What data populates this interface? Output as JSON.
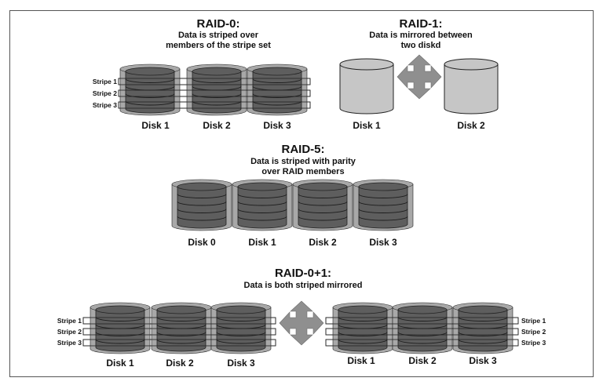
{
  "raid0": {
    "title": "RAID-0:",
    "desc_line1": "Data is striped over",
    "desc_line2": "members of the stripe set",
    "stripes": [
      "Stripe 1",
      "Stripe 2",
      "Stripe 3"
    ],
    "disks": [
      "Disk 1",
      "Disk 2",
      "Disk 3"
    ]
  },
  "raid1": {
    "title": "RAID-1:",
    "desc_line1": "Data is mirrored between",
    "desc_line2": "two diskd",
    "disks": [
      "Disk 1",
      "Disk 2"
    ]
  },
  "raid5": {
    "title": "RAID-5:",
    "desc_line1": "Data is striped with parity",
    "desc_line2": "over RAID members",
    "disks": [
      "Disk 0",
      "Disk 1",
      "Disk 2",
      "Disk 3"
    ]
  },
  "raid01": {
    "title": "RAID-0+1:",
    "desc_line1": "Data is both striped mirrored",
    "left_stripes": [
      "Stripe 1",
      "Stripe 2",
      "Stripe 3"
    ],
    "right_stripes": [
      "Stripe 1",
      "Stripe 2",
      "Stripe 3"
    ],
    "left_disks": [
      "Disk 1",
      "Disk 2",
      "Disk 3"
    ],
    "right_disks": [
      "Disk 1",
      "Disk 2",
      "Disk 3"
    ]
  },
  "colors": {
    "disk_outer": "#a8a8a8",
    "disk_inner": "#5e5e5e",
    "disk_plain": "#c6c6c6",
    "arrow": "#8f8f8f",
    "stroke": "#222222"
  }
}
